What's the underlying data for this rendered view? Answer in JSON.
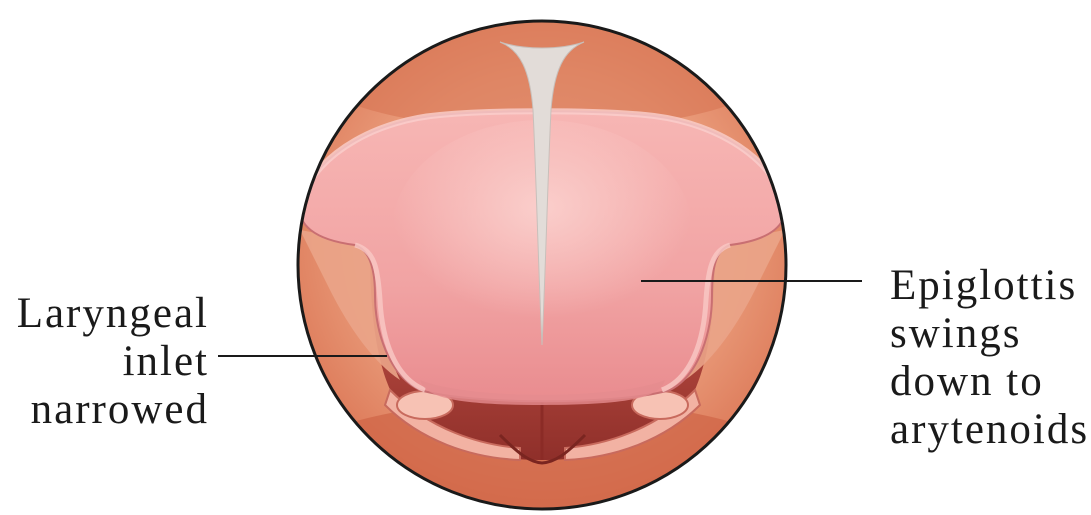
{
  "labels": {
    "left": {
      "lines": [
        "Laryngeal",
        "inlet",
        "narrowed"
      ]
    },
    "right": {
      "lines": [
        "Epiglottis",
        "swings",
        "down to",
        "arytenoids"
      ]
    }
  },
  "colors": {
    "outline": "#1a1a1a",
    "background_tissue": "#e4865f",
    "epiglottis": "#ef9ea0",
    "deep_cavity": "#b3453a",
    "mucus": "#e2dcd8"
  }
}
